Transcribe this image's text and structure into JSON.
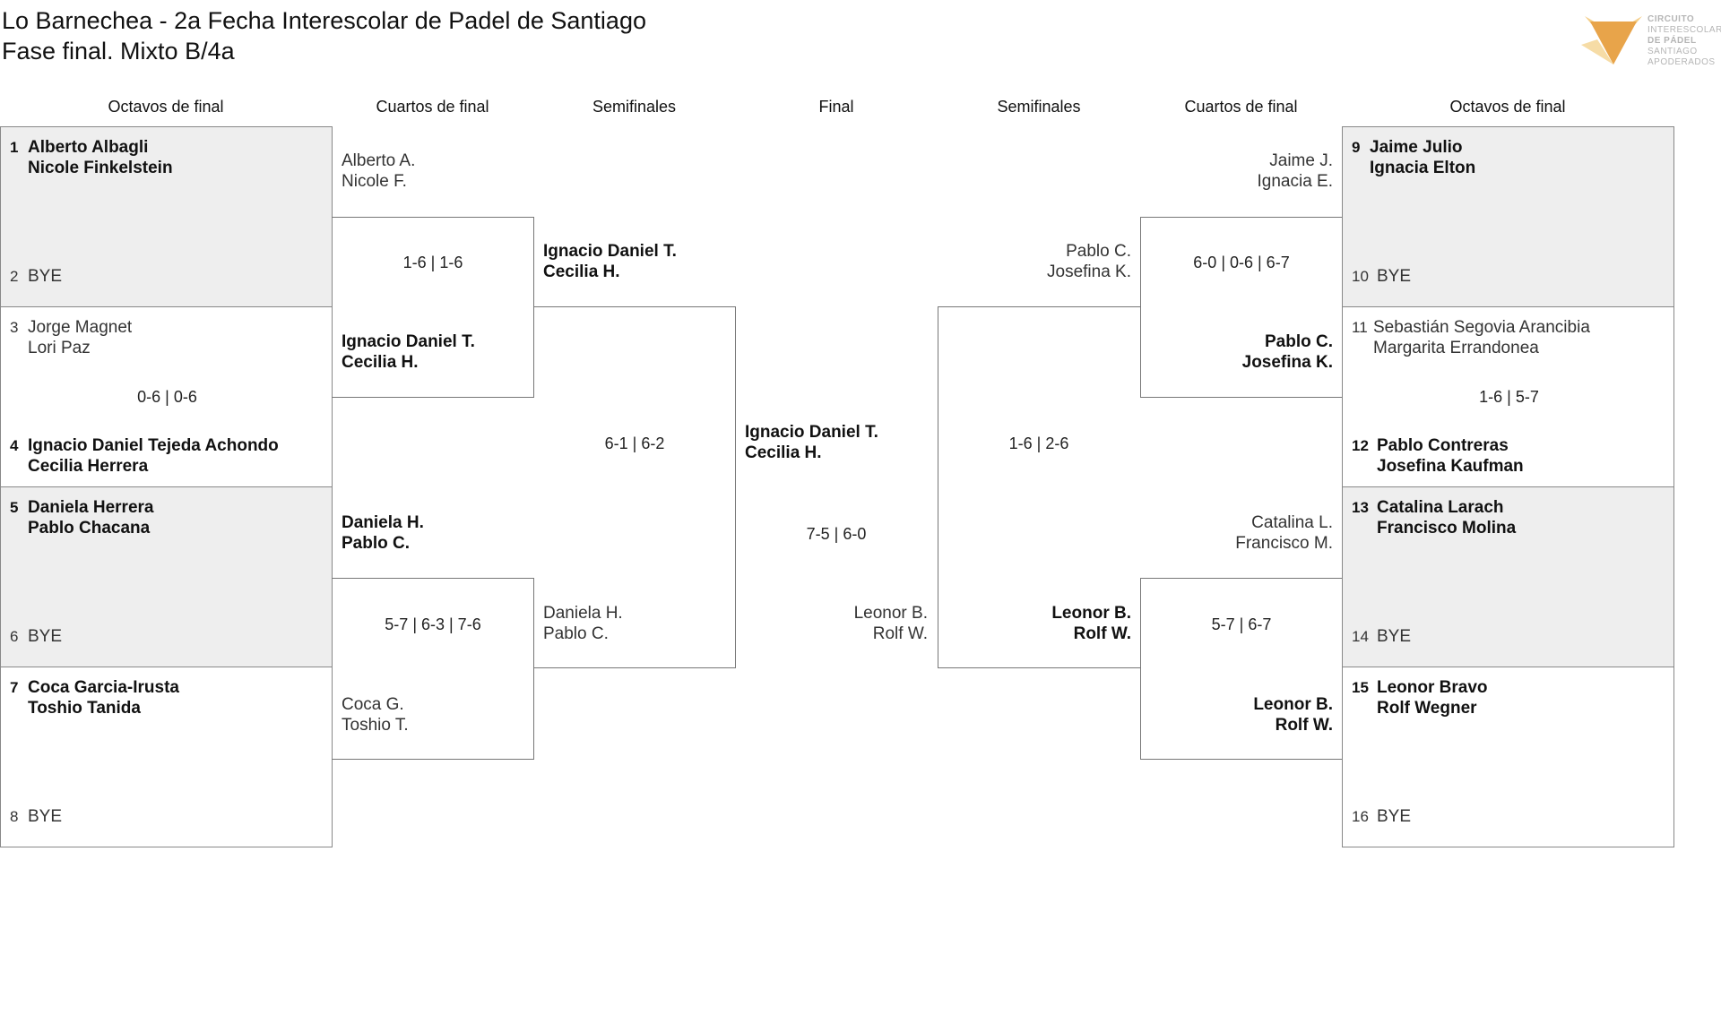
{
  "header": {
    "title_line1": "Lo Barnechea - 2a Fecha Interescolar de Padel de Santiago",
    "title_line2": "Fase final. Mixto B/4a"
  },
  "logo": {
    "lines": [
      "CIRCUITO",
      "INTERESCOLAR",
      "DE PÁDEL",
      "SANTIAGO",
      "APODERADOS"
    ],
    "colors": {
      "orange": "#e8a44a",
      "light": "#f4cf8a"
    }
  },
  "columns": {
    "r16_left": "Octavos de final",
    "qf_left": "Cuartos de final",
    "sf_left": "Semifinales",
    "final": "Final",
    "sf_right": "Semifinales",
    "qf_right": "Cuartos de final",
    "r16_right": "Octavos de final"
  },
  "r16_left": [
    {
      "top": {
        "seed": "1",
        "p1": "Alberto Albagli",
        "p2": "Nicole Finkelstein"
      },
      "bottom": {
        "seed": "2",
        "p1": "BYE",
        "p2": ""
      },
      "score": ""
    },
    {
      "top": {
        "seed": "3",
        "p1": "Jorge Magnet",
        "p2": "Lori Paz"
      },
      "bottom": {
        "seed": "4",
        "p1": "Ignacio Daniel Tejeda Achondo",
        "p2": "Cecilia Herrera"
      },
      "score": "0-6 | 0-6"
    },
    {
      "top": {
        "seed": "5",
        "p1": "Daniela Herrera",
        "p2": "Pablo Chacana"
      },
      "bottom": {
        "seed": "6",
        "p1": "BYE",
        "p2": ""
      },
      "score": ""
    },
    {
      "top": {
        "seed": "7",
        "p1": "Coca Garcia-Irusta",
        "p2": "Toshio Tanida"
      },
      "bottom": {
        "seed": "8",
        "p1": "BYE",
        "p2": ""
      },
      "score": ""
    }
  ],
  "r16_right": [
    {
      "top": {
        "seed": "9",
        "p1": "Jaime Julio",
        "p2": "Ignacia Elton"
      },
      "bottom": {
        "seed": "10",
        "p1": "BYE",
        "p2": ""
      },
      "score": ""
    },
    {
      "top": {
        "seed": "11",
        "p1": "Sebastián Segovia Arancibia",
        "p2": "Margarita Errandonea"
      },
      "bottom": {
        "seed": "12",
        "p1": "Pablo Contreras",
        "p2": "Josefina Kaufman"
      },
      "score": "1-6 | 5-7"
    },
    {
      "top": {
        "seed": "13",
        "p1": "Catalina Larach",
        "p2": "Francisco Molina"
      },
      "bottom": {
        "seed": "14",
        "p1": "BYE",
        "p2": ""
      },
      "score": ""
    },
    {
      "top": {
        "seed": "15",
        "p1": "Leonor Bravo",
        "p2": "Rolf Wegner"
      },
      "bottom": {
        "seed": "16",
        "p1": "BYE",
        "p2": ""
      },
      "score": ""
    }
  ],
  "qf_left": [
    {
      "top": {
        "p1": "Alberto A.",
        "p2": "Nicole F."
      },
      "bottom": {
        "p1": "Ignacio Daniel T.",
        "p2": "Cecilia H."
      },
      "score": "1-6 | 1-6"
    },
    {
      "top": {
        "p1": "Daniela H.",
        "p2": "Pablo C."
      },
      "bottom": {
        "p1": "Coca G.",
        "p2": "Toshio T."
      },
      "score": "5-7 | 6-3 | 7-6"
    }
  ],
  "qf_right": [
    {
      "top": {
        "p1": "Jaime J.",
        "p2": "Ignacia E."
      },
      "bottom": {
        "p1": "Pablo C.",
        "p2": "Josefina K."
      },
      "score": "6-0 | 0-6 | 6-7"
    },
    {
      "top": {
        "p1": "Catalina L.",
        "p2": "Francisco M."
      },
      "bottom": {
        "p1": "Leonor B.",
        "p2": "Rolf W."
      },
      "score": "5-7 | 6-7"
    }
  ],
  "sf_left": {
    "top": {
      "p1": "Ignacio Daniel T.",
      "p2": "Cecilia H."
    },
    "bottom": {
      "p1": "Daniela H.",
      "p2": "Pablo C."
    },
    "score": "6-1 | 6-2"
  },
  "sf_right": {
    "top": {
      "p1": "Pablo C.",
      "p2": "Josefina K."
    },
    "bottom": {
      "p1": "Leonor B.",
      "p2": "Rolf W."
    },
    "score": "1-6 | 2-6"
  },
  "final": {
    "top": {
      "p1": "Ignacio Daniel T.",
      "p2": "Cecilia H."
    },
    "bottom": {
      "p1": "Leonor B.",
      "p2": "Rolf W."
    },
    "score": "7-5 | 6-0"
  }
}
